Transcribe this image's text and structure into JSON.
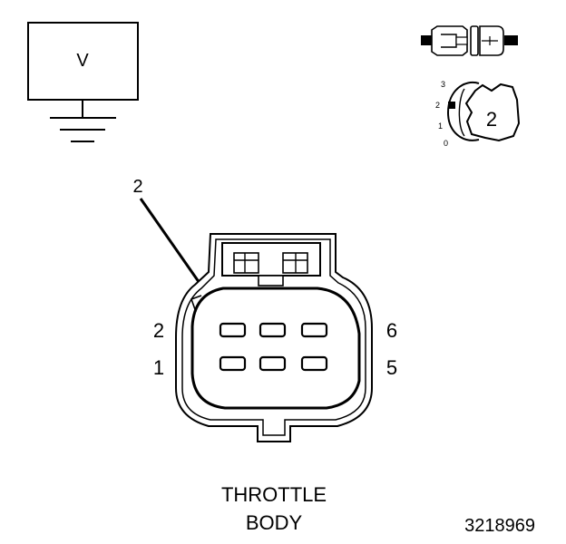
{
  "meter": {
    "label": "V"
  },
  "selector": {
    "scale": [
      "3",
      "2",
      "1",
      "0"
    ],
    "position": "2"
  },
  "callout": {
    "label": "2"
  },
  "connector": {
    "pin_labels": {
      "top_left": "2",
      "bottom_left": "1",
      "top_right": "6",
      "bottom_right": "5"
    }
  },
  "component": {
    "name_line1": "THROTTLE",
    "name_line2": "BODY"
  },
  "figure_id": "3218969",
  "colors": {
    "ink": "#000000",
    "background": "#ffffff"
  }
}
